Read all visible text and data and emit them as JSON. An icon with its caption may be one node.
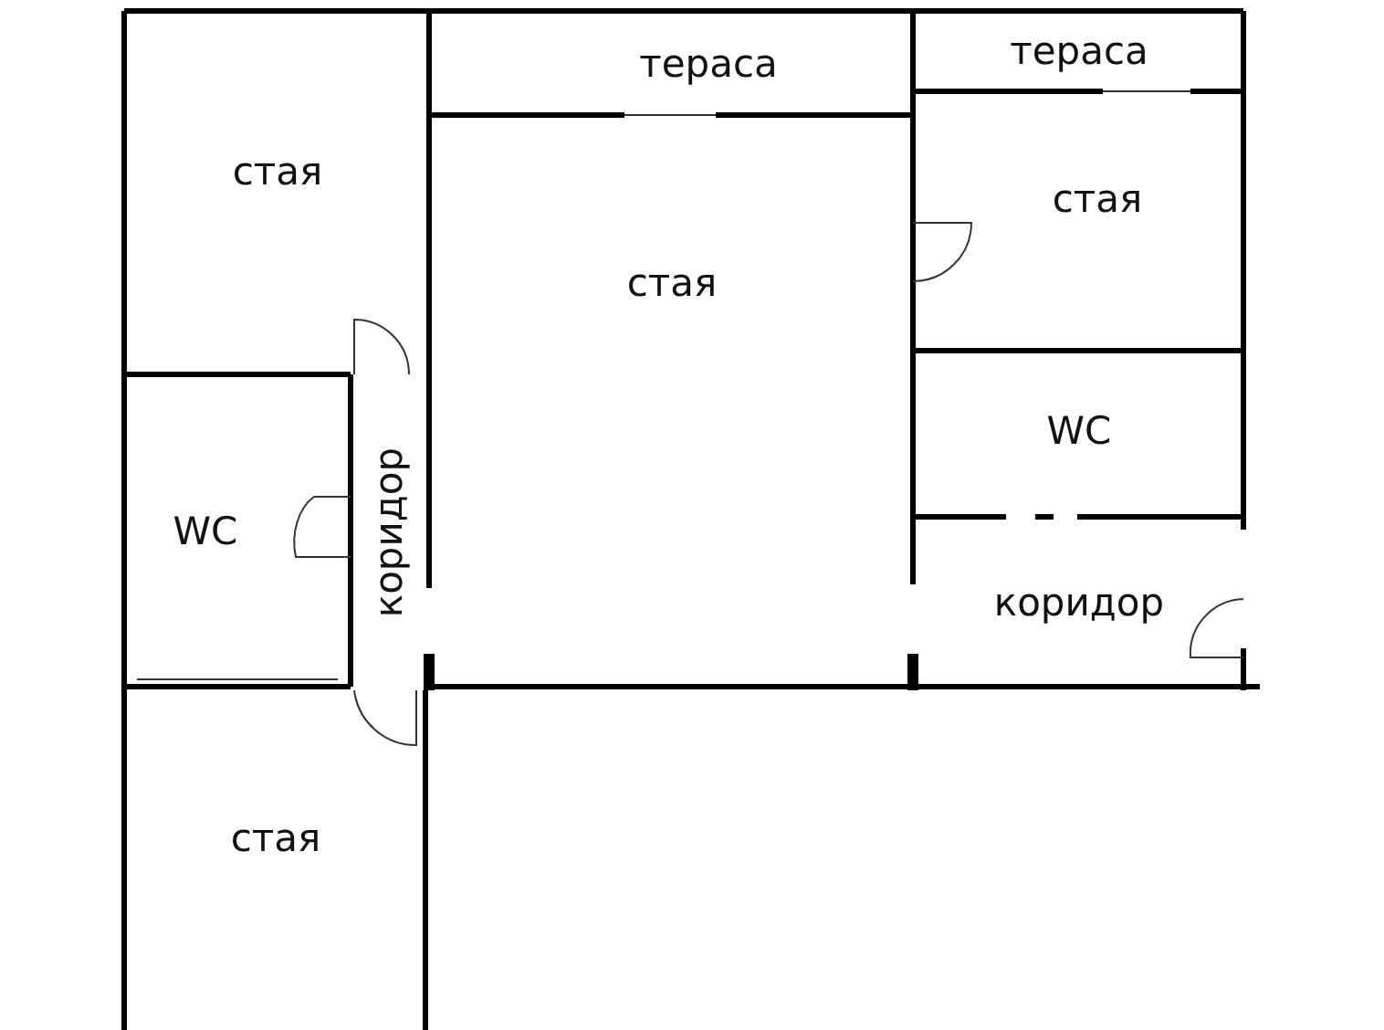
{
  "diagram": {
    "nodes": [
      {
        "text": [
          "стая"
        ]
      },
      {
        "text": [
          "WC"
        ]
      },
      {
        "text": [
          "коридор"
        ]
      },
      {
        "text": [
          "стая"
        ]
      },
      {
        "text": [
          "тераса"
        ]
      },
      {
        "text": [
          "стая"
        ]
      },
      {
        "text": [
          "тераса"
        ]
      },
      {
        "text": [
          "стая"
        ]
      },
      {
        "text": [
          "WC"
        ]
      },
      {
        "text": [
          "коридор"
        ]
      }
    ],
    "edges": []
  }
}
